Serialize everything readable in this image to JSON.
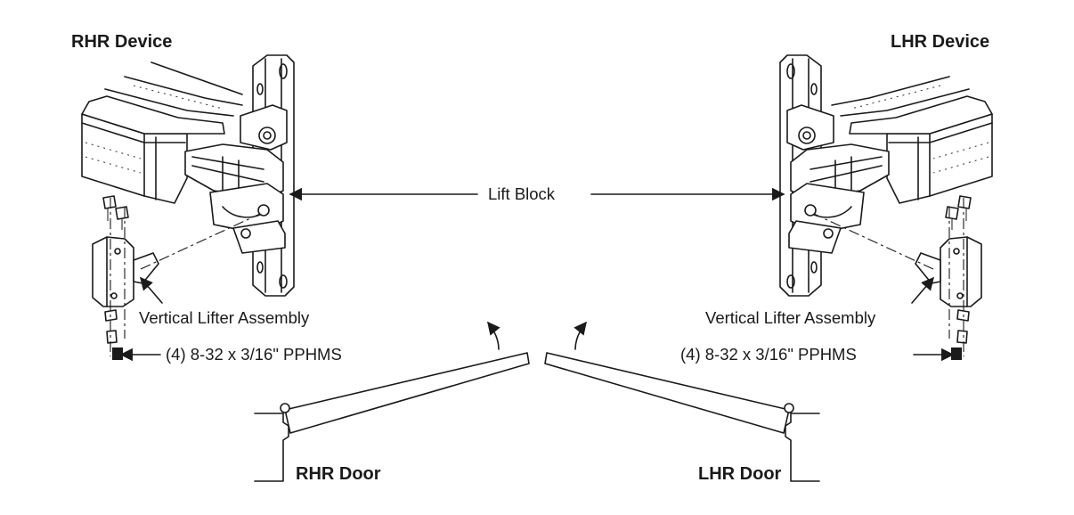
{
  "labels": {
    "rhr_device": "RHR Device",
    "lhr_device": "LHR Device",
    "lift_block": "Lift Block",
    "vertical_lifter_left": "Vertical Lifter Assembly",
    "vertical_lifter_right": "Vertical Lifter Assembly",
    "screws_left": "(4) 8-32 x 3/16\" PPHMS",
    "screws_right": "(4) 8-32 x 3/16\" PPHMS",
    "rhr_door": "RHR Door",
    "lhr_door": "LHR Door"
  }
}
